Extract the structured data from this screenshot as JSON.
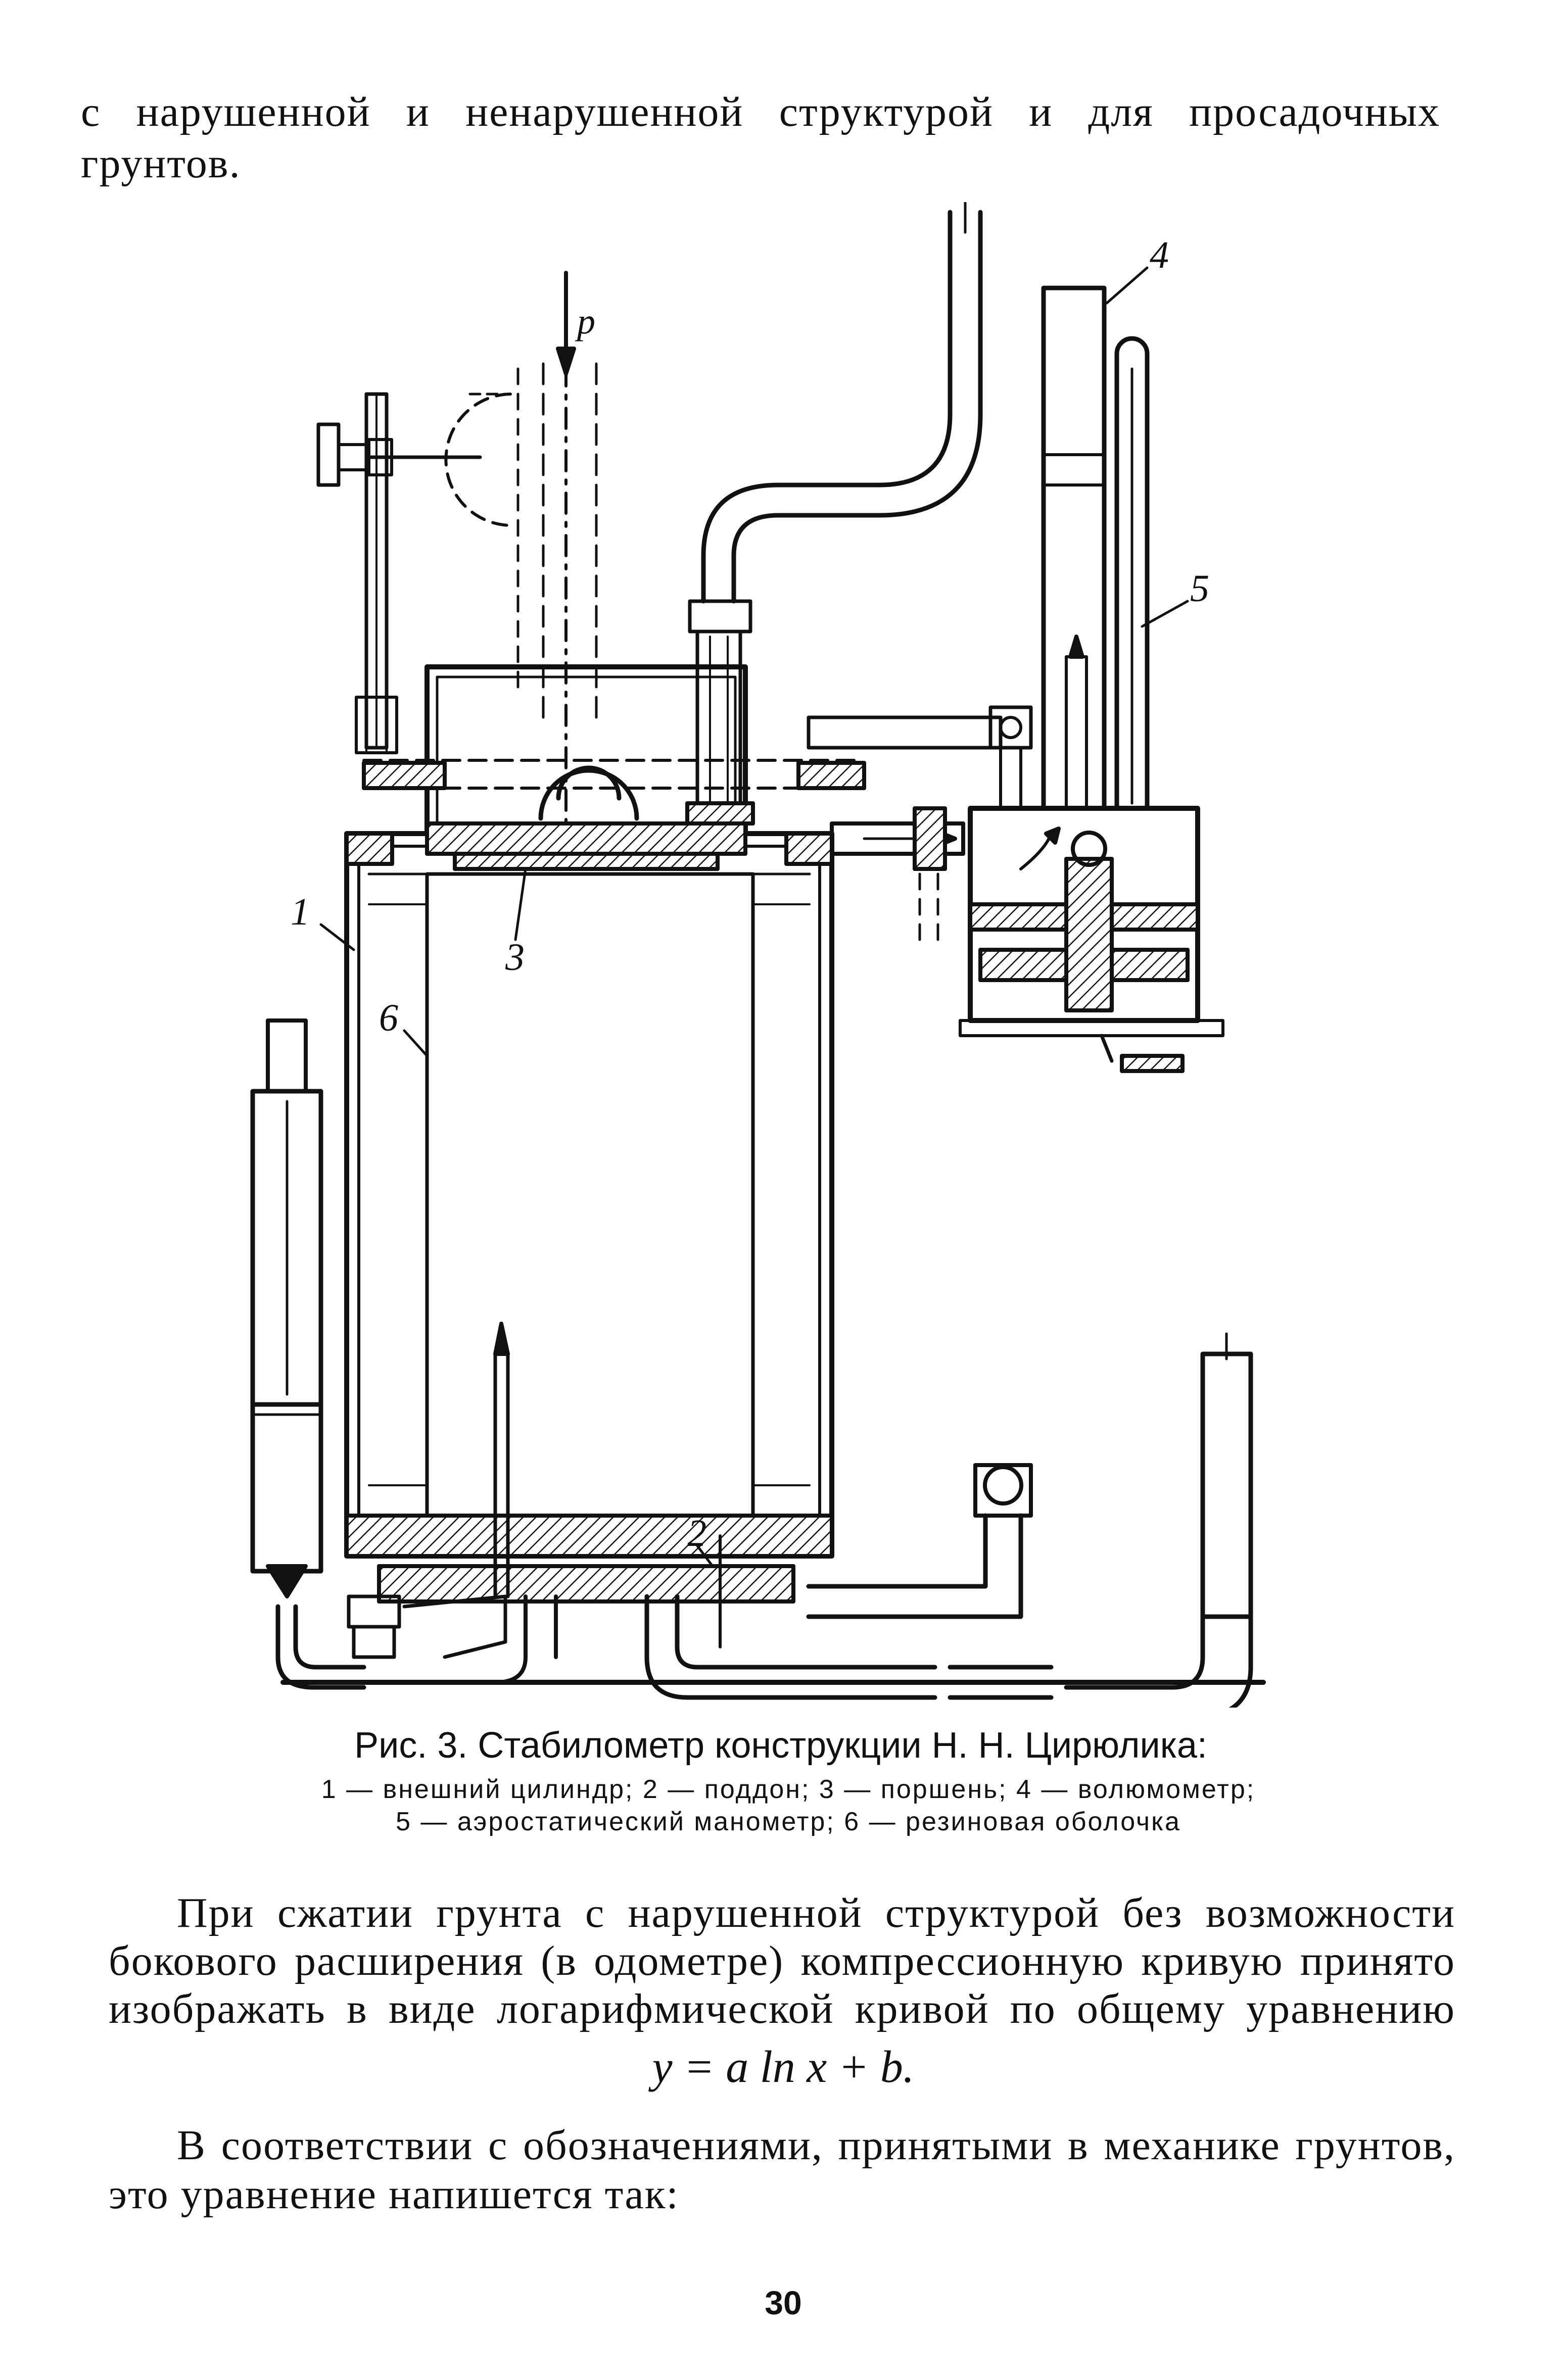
{
  "top_text": {
    "line1": "с нарушенной и ненарушенной структурой и для просадочных",
    "line2": "грунтов."
  },
  "figure": {
    "p_label": "p",
    "callouts": [
      "1",
      "2",
      "3",
      "4",
      "5",
      "6"
    ]
  },
  "caption": {
    "title": "Рис. 3. Стабилометр конструкции Н. Н. Цирюлика:",
    "legend_line1": "1 — внешний цилиндр; 2 — поддон; 3 — поршень; 4 — волюмометр;",
    "legend_line2": "5 — аэростатический манометр; 6 — резиновая оболочка"
  },
  "paragraph1": {
    "line1": "При сжатии грунта с нарушенной структурой без возможности",
    "line2": "бокового расширения (в одометре) компрессионную кривую принято",
    "line3": "изображать в виде логарифмической кривой по общему уравнению"
  },
  "formula": "y = a ln x + b.",
  "paragraph2": {
    "line1": "В соответствии с обозначениями, принятыми в механике грунтов,",
    "line2": "это уравнение напишется так:"
  },
  "page_number": "30"
}
